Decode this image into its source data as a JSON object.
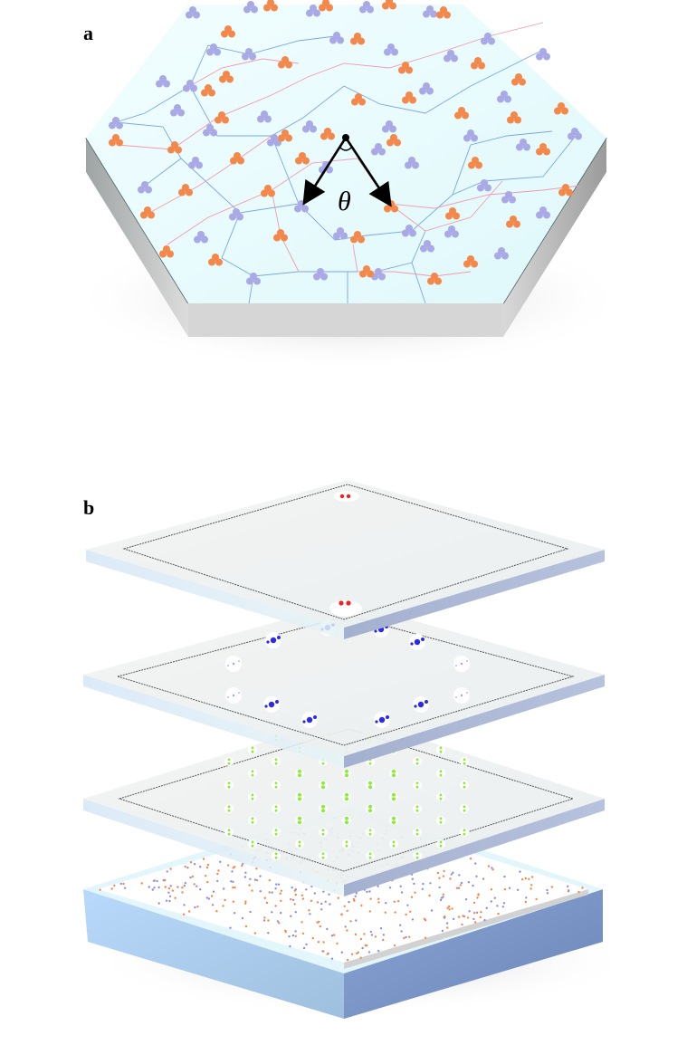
{
  "figure": {
    "panel_a": {
      "label": "a",
      "description": "Hexagonal slab with quasi-periodic lattice of trimer molecules (blue and orange) connected by bonds",
      "angle_symbol": "θ",
      "colors": {
        "surface": "#eafcfd",
        "molecule_blue": "#a9a9e6",
        "molecule_orange": "#f4884a",
        "bond_blue": "#7aa6e8",
        "bond_red": "#f09ab0",
        "side_face": "#d6d6d6",
        "arrow": "#000000"
      }
    },
    "panel_b": {
      "label": "b",
      "layers": [
        {
          "name": "top-layer",
          "spot_color": "#ee2222",
          "pattern": "red spots at top and bottom corners"
        },
        {
          "name": "second-layer",
          "spot_color": "#2a2ae8",
          "pattern": "blue spot clusters in octagonal ring"
        },
        {
          "name": "third-layer",
          "spot_color": "#88ee33",
          "pattern": "green spot pairs in grid"
        },
        {
          "name": "base-layer",
          "spot_color": "#f4884a",
          "pattern": "orange/blue dotted quasicrystal lattice"
        }
      ],
      "colors": {
        "plate_top": "#efefef",
        "plate_edge_left": "#d9e8f6",
        "plate_edge_right": "#a9b6d6",
        "base_left": "#b5d4f5",
        "base_right": "#6c88bb"
      }
    }
  }
}
